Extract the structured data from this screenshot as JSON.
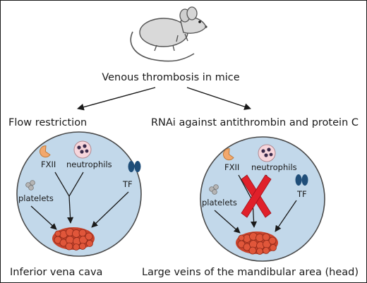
{
  "title": "Venous thrombosis in mice",
  "left": {
    "heading": "Flow restriction",
    "labels": {
      "fxii": "FXII",
      "neutrophils": "neutrophils",
      "platelets": "platelets",
      "tf": "TF"
    },
    "caption": "Inferior vena cava"
  },
  "right": {
    "heading": "RNAi against antithrombin and protein C",
    "labels": {
      "fxii": "FXII",
      "neutrophils": "neutrophils",
      "platelets": "platelets",
      "tf": "TF"
    },
    "caption": "Large veins of the mandibular area (head)"
  },
  "colors": {
    "vessel_fill": "#c2d8ea",
    "vessel_stroke": "#4a4a4a",
    "fxii": "#f2a86d",
    "neutrophil": "#f7d6dc",
    "tf": "#1f4e79",
    "clot": "#e0563a",
    "red_x": "#e0202a",
    "mouse": "#d9d9d9"
  },
  "icons": [
    "mouse-icon",
    "fxii-icon",
    "neutrophil-icon",
    "platelet-icon",
    "tf-icon",
    "clot-icon",
    "block-x-icon"
  ]
}
